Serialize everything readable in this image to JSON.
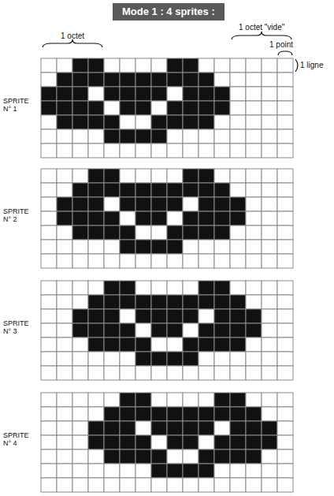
{
  "diagram": {
    "title": "Mode 1 : 4 sprites :",
    "labels": [
      "1 octet",
      "1 octet \"vide\"",
      "1 point",
      "1 ligne",
      "SPRITE N° 1",
      "SPRITE N° 2",
      "SPRITE N° 3",
      "SPRITE N° 4"
    ]
  }
}
